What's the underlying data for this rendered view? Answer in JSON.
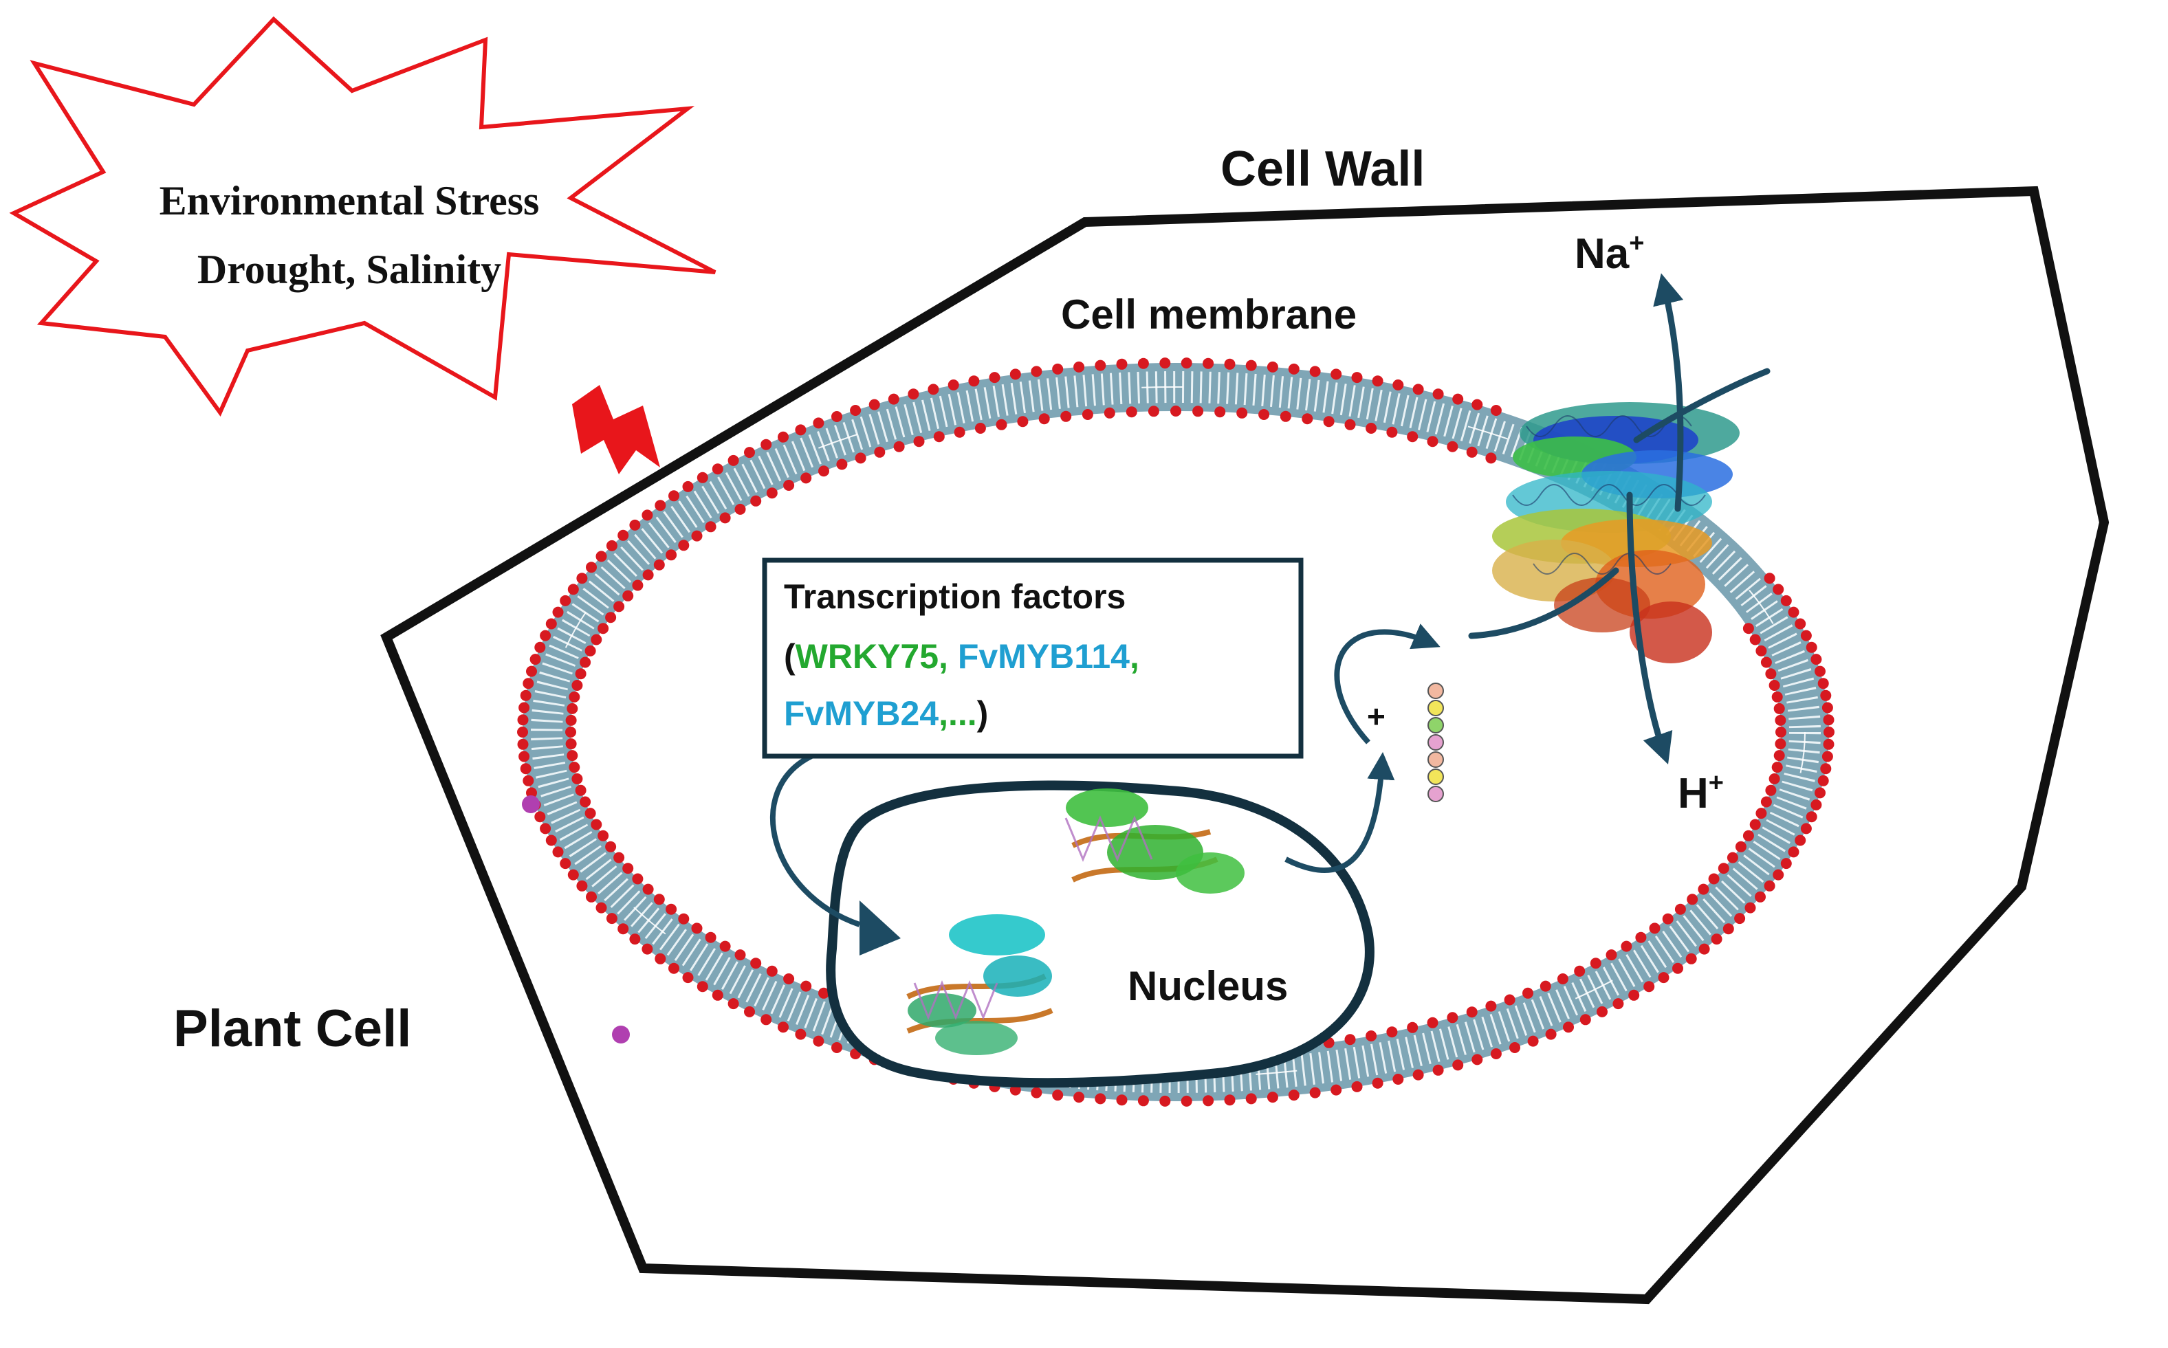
{
  "stress": {
    "line1": "Environmental Stress",
    "line2": "Drought, Salinity"
  },
  "labels": {
    "cell_wall": "Cell Wall",
    "cell_membrane": "Cell membrane",
    "plant_cell": "Plant Cell",
    "nucleus": "Nucleus",
    "plus": "+"
  },
  "ions": {
    "na": "Na",
    "na_charge": "+",
    "h": "H",
    "h_charge": "+"
  },
  "tf_box": {
    "title": "Transcription factors",
    "open_paren": "(",
    "item1": "WRKY75",
    "sep1": ", ",
    "item2": "FvMYB114",
    "sep2": ",",
    "item3": "FvMYB24",
    "tail_comma": ",...",
    "close_paren": ")"
  },
  "colors": {
    "stress_outline": "#e8161b",
    "lipid_head": "#d71920",
    "bilayer_fill": "#7fa6b6",
    "nucleus_outline": "#13303f",
    "arrow": "#1d4b63",
    "tf_green": "#23a82f",
    "tf_blue": "#1f9fd1",
    "ion_bead_colors": [
      "#f2b8a0",
      "#f2e55a",
      "#8fd46a",
      "#e6a2d0",
      "#f2b8a0",
      "#f2e55a",
      "#e6a2d0"
    ]
  },
  "icons": [
    "lightning-bolt-icon",
    "transporter-protein-icon",
    "dna-protein-complex-icon"
  ]
}
